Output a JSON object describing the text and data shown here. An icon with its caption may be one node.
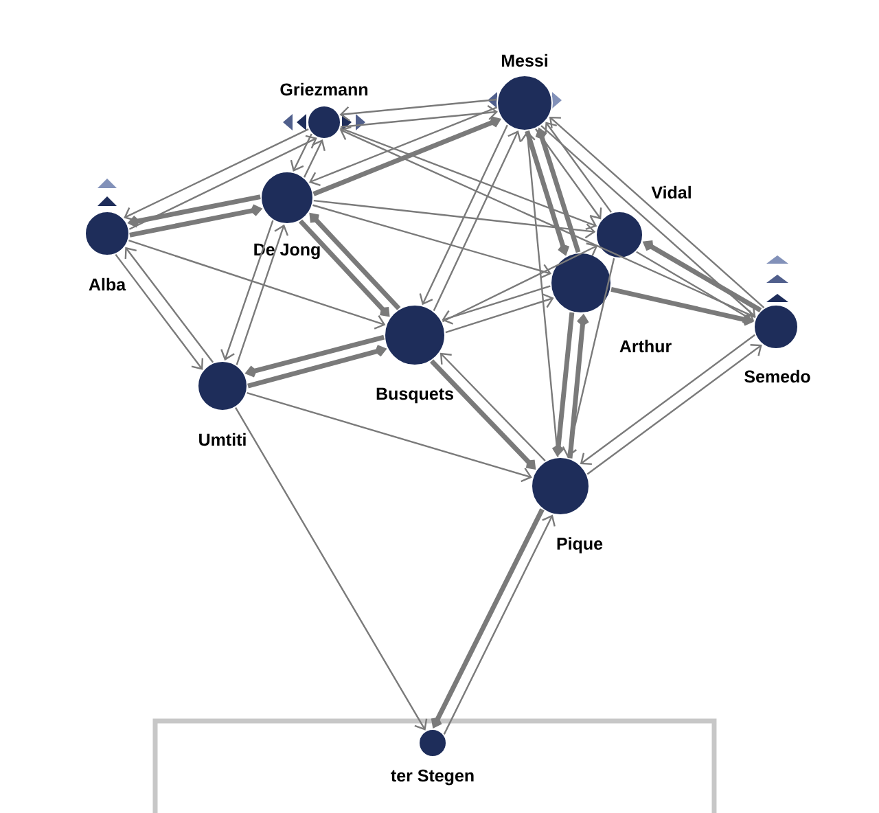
{
  "diagram": {
    "nodes": [
      {
        "text": [
          "Alba"
        ]
      },
      {
        "text": [
          "Griezmann"
        ]
      },
      {
        "text": [
          "De Jong"
        ]
      },
      {
        "text": [
          "Messi"
        ]
      },
      {
        "text": [
          "Vidal"
        ]
      },
      {
        "text": [
          "Arthur"
        ]
      },
      {
        "text": [
          "Semedo"
        ]
      },
      {
        "text": [
          "Busquets"
        ]
      },
      {
        "text": [
          "Umtiti"
        ]
      },
      {
        "text": [
          "Pique"
        ]
      },
      {
        "text": [
          "ter Stegen"
        ]
      }
    ],
    "edges": [
      {
        "from": 0,
        "to": 2,
        "arrow": "to",
        "style": "thick"
      },
      {
        "from": 2,
        "to": 0,
        "arrow": "to",
        "style": "thick"
      },
      {
        "from": 0,
        "to": 1,
        "arrow": "to"
      },
      {
        "from": 1,
        "to": 0,
        "arrow": "to"
      },
      {
        "from": 0,
        "to": 8,
        "arrow": "to"
      },
      {
        "from": 8,
        "to": 0,
        "arrow": "to"
      },
      {
        "from": 0,
        "to": 7,
        "arrow": "to"
      },
      {
        "from": 2,
        "to": 1,
        "arrow": "to"
      },
      {
        "from": 1,
        "to": 2,
        "arrow": "to"
      },
      {
        "from": 2,
        "to": 3,
        "arrow": "to",
        "style": "thick"
      },
      {
        "from": 3,
        "to": 2,
        "arrow": "to"
      },
      {
        "from": 2,
        "to": 7,
        "arrow": "to",
        "style": "thick"
      },
      {
        "from": 7,
        "to": 2,
        "arrow": "to",
        "style": "thick"
      },
      {
        "from": 2,
        "to": 8,
        "arrow": "to"
      },
      {
        "from": 8,
        "to": 2,
        "arrow": "to"
      },
      {
        "from": 2,
        "to": 5,
        "arrow": "to"
      },
      {
        "from": 2,
        "to": 4,
        "arrow": "to"
      },
      {
        "from": 1,
        "to": 3,
        "arrow": "to"
      },
      {
        "from": 3,
        "to": 1,
        "arrow": "to"
      },
      {
        "from": 6,
        "to": 1,
        "arrow": "to"
      },
      {
        "from": 1,
        "to": 4,
        "arrow": "to"
      },
      {
        "from": 7,
        "to": 3,
        "arrow": "to"
      },
      {
        "from": 3,
        "to": 7,
        "arrow": "to"
      },
      {
        "from": 5,
        "to": 3,
        "arrow": "to",
        "style": "thick"
      },
      {
        "from": 3,
        "to": 5,
        "arrow": "to",
        "style": "thick"
      },
      {
        "from": 3,
        "to": 4,
        "arrow": "to"
      },
      {
        "from": 4,
        "to": 3,
        "arrow": "to"
      },
      {
        "from": 6,
        "to": 3,
        "arrow": "to"
      },
      {
        "from": 3,
        "to": 6,
        "arrow": "to"
      },
      {
        "from": 9,
        "to": 3,
        "arrow": "to"
      },
      {
        "from": 8,
        "to": 7,
        "arrow": "to",
        "style": "thick"
      },
      {
        "from": 7,
        "to": 8,
        "arrow": "to",
        "style": "thick"
      },
      {
        "from": 7,
        "to": 9,
        "arrow": "to",
        "style": "thick"
      },
      {
        "from": 9,
        "to": 7,
        "arrow": "to"
      },
      {
        "from": 7,
        "to": 5,
        "arrow": "to"
      },
      {
        "from": 5,
        "to": 7,
        "arrow": "to"
      },
      {
        "from": 7,
        "to": 4,
        "arrow": "to"
      },
      {
        "from": 9,
        "to": 5,
        "arrow": "to",
        "style": "thick"
      },
      {
        "from": 5,
        "to": 9,
        "arrow": "to",
        "style": "thick"
      },
      {
        "from": 5,
        "to": 6,
        "arrow": "to",
        "style": "thick"
      },
      {
        "from": 6,
        "to": 4,
        "arrow": "to",
        "style": "thick"
      },
      {
        "from": 4,
        "to": 6,
        "arrow": "to"
      },
      {
        "from": 4,
        "to": 9,
        "arrow": "to"
      },
      {
        "from": 8,
        "to": 9,
        "arrow": "to"
      },
      {
        "from": 8,
        "to": 10,
        "arrow": "to"
      },
      {
        "from": 9,
        "to": 10,
        "arrow": "to",
        "style": "thick"
      },
      {
        "from": 10,
        "to": 9,
        "arrow": "to"
      },
      {
        "from": 6,
        "to": 9,
        "arrow": "to"
      },
      {
        "from": 9,
        "to": 6,
        "arrow": "to"
      }
    ]
  }
}
